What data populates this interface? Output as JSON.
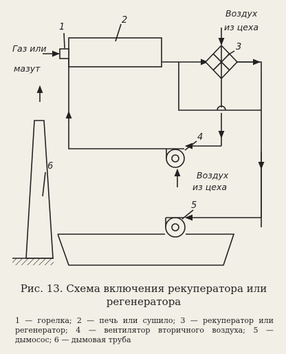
{
  "diagram": {
    "labels": {
      "n1": "1",
      "n2": "2",
      "n3": "3",
      "n4": "4",
      "n5": "5",
      "n6": "6",
      "fuel_line1": "Газ или",
      "fuel_line2": "мазут",
      "air_top_line1": "Воздух",
      "air_top_line2": "из цеха",
      "air_mid_line1": "Воздух",
      "air_mid_line2": "из цеха"
    }
  },
  "caption": {
    "title_line1": "Рис. 13. Схема включения рекуператора или",
    "title_line2": "регенератора",
    "legend": "1 — горелка; 2 — печь или сушило; 3 — рекуператор или регенератор; 4 — вентилятор вторичного воздуха; 5 — дымосос; 6 — дымовая труба"
  }
}
